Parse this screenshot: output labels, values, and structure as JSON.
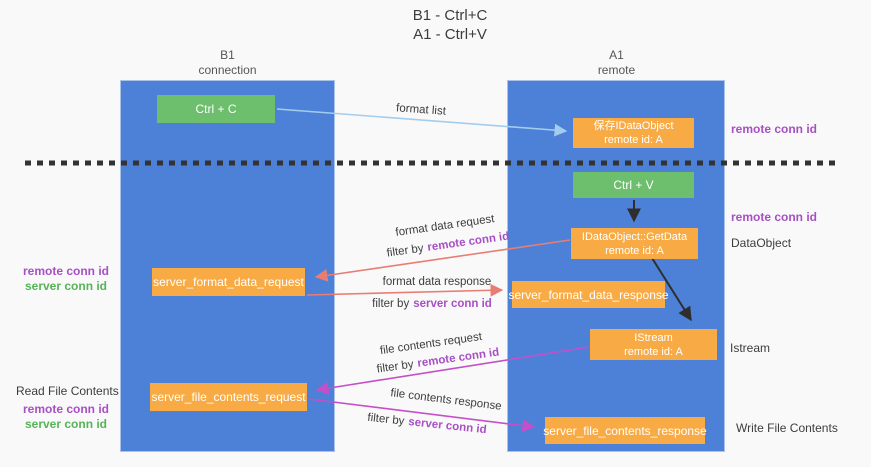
{
  "title": {
    "line1": "B1 - Ctrl+C",
    "line2": "A1 - Ctrl+V"
  },
  "lifelines": {
    "left": {
      "name": "B1",
      "role": "connection"
    },
    "right": {
      "name": "A1",
      "role": "remote"
    }
  },
  "boxes": {
    "ctrl_c": {
      "label": "Ctrl + C"
    },
    "ctrl_v": {
      "label": "Ctrl + V"
    },
    "save_dataobject": {
      "line1": "保存IDataObject",
      "line2": "remote id: A"
    },
    "getdata": {
      "line1": "IDataObject::GetData",
      "line2": "remote id: A"
    },
    "istream": {
      "line1": "IStream",
      "line2": "remote id: A"
    },
    "format_request": {
      "label": "server_format_data_request"
    },
    "format_response": {
      "label": "server_format_data_response"
    },
    "file_request": {
      "label": "server_file_contents_request"
    },
    "file_response": {
      "label": "server_file_contents_response"
    }
  },
  "arrows": {
    "format_list": {
      "label": "format list"
    },
    "format_request": {
      "label": "format data request",
      "filter_prefix": "filter by",
      "filter_key": "remote conn id"
    },
    "format_response": {
      "label": "format data response",
      "filter_prefix": "filter by",
      "filter_key": "server conn id"
    },
    "file_request": {
      "label": "file contents request",
      "filter_prefix": "filter by",
      "filter_key": "remote conn id"
    },
    "file_response": {
      "label": "file contents response",
      "filter_prefix": "filter by",
      "filter_key": "server conn id"
    }
  },
  "right_labels": {
    "remote_conn_top": "remote conn id",
    "remote_conn_mid": "remote conn id",
    "dataobject": "DataObject",
    "istream": "Istream",
    "write_file": "Write File Contents"
  },
  "left_labels": {
    "format_group": {
      "remote": "remote conn id",
      "server": "server conn id"
    },
    "file_group": {
      "title": "Read File Contents",
      "remote": "remote conn id",
      "server": "server conn id"
    }
  },
  "colors": {
    "lifeline_blue": "#4d81d8",
    "box_green": "#6dbe6d",
    "box_orange": "#f8ab44",
    "arrow_light_blue": "#a3cdee",
    "arrow_salmon": "#e87d74",
    "arrow_magenta": "#c44fc8",
    "arrow_black": "#2e2e2e",
    "text_purple": "#a84fc4",
    "text_green": "#55b455",
    "text_dark": "#3d3d3d",
    "background": "#f9f9fa",
    "divider": "#333333"
  }
}
